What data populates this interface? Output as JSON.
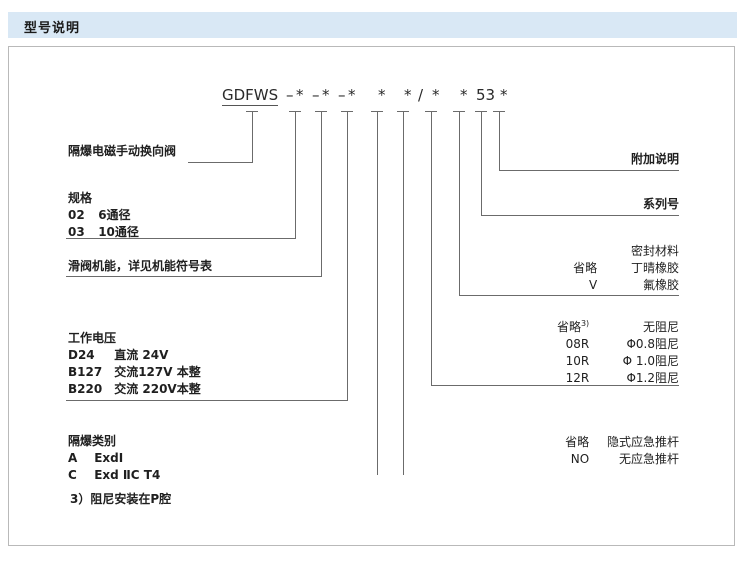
{
  "header": {
    "title": "型号说明"
  },
  "model_code": {
    "base": "GDFWS",
    "segments": [
      "–",
      "*",
      "–",
      "*",
      "–",
      "*",
      "*",
      "*",
      "/",
      "*",
      "*",
      "53",
      "*"
    ],
    "display": "GDFWS –*–*–*  *  */*  * 53 *"
  },
  "left_blocks": [
    {
      "name": "product-name",
      "lines": [
        {
          "code": "",
          "desc": "隔爆电磁手动换向阀"
        }
      ]
    },
    {
      "name": "specification",
      "title": "规格",
      "lines": [
        {
          "code": "02",
          "desc": "6通径"
        },
        {
          "code": "03",
          "desc": "10通径"
        }
      ]
    },
    {
      "name": "spool-function",
      "lines": [
        {
          "code": "",
          "desc": "滑阀机能，详见机能符号表"
        }
      ]
    },
    {
      "name": "working-voltage",
      "title": "工作电压",
      "lines": [
        {
          "code": "D24",
          "desc": "直流 24V"
        },
        {
          "code": "B127",
          "desc": "交流127V 本整"
        },
        {
          "code": "B220",
          "desc": "交流 220V本整"
        }
      ]
    },
    {
      "name": "explosion-proof-category",
      "title": "隔爆类别",
      "lines": [
        {
          "code": "A",
          "desc": "ExdⅠ"
        },
        {
          "code": "C",
          "desc": "Exd ⅡC T4"
        }
      ]
    }
  ],
  "footnote": "3）阻尼安装在P腔",
  "right_blocks": [
    {
      "name": "additional-description",
      "title": "附加说明",
      "lines": []
    },
    {
      "name": "series-number",
      "title": "系列号",
      "lines": []
    },
    {
      "name": "sealing-material",
      "title": "密封材料",
      "lines": [
        {
          "code": "省略",
          "desc": "丁晴橡胶"
        },
        {
          "code": "V",
          "desc": "氟橡胶"
        }
      ]
    },
    {
      "name": "damping",
      "title": "",
      "lines": [
        {
          "code": "省略",
          "sup": "3)",
          "desc": "无阻尼"
        },
        {
          "code": "08R",
          "desc": "Φ0.8阻尼"
        },
        {
          "code": "10R",
          "desc": "Φ 1.0阻尼"
        },
        {
          "code": "12R",
          "desc": "Φ1.2阻尼"
        }
      ]
    },
    {
      "name": "emergency-pushrod",
      "title": "",
      "lines": [
        {
          "code": "省略",
          "desc": "隐式应急推杆"
        },
        {
          "code": "NO",
          "desc": "无应急推杆"
        }
      ]
    }
  ],
  "colors": {
    "header_bg": "#d9e8f5",
    "frame_border": "#b9b9b9",
    "line": "#6b6b6b",
    "text": "#1f1f1f"
  }
}
